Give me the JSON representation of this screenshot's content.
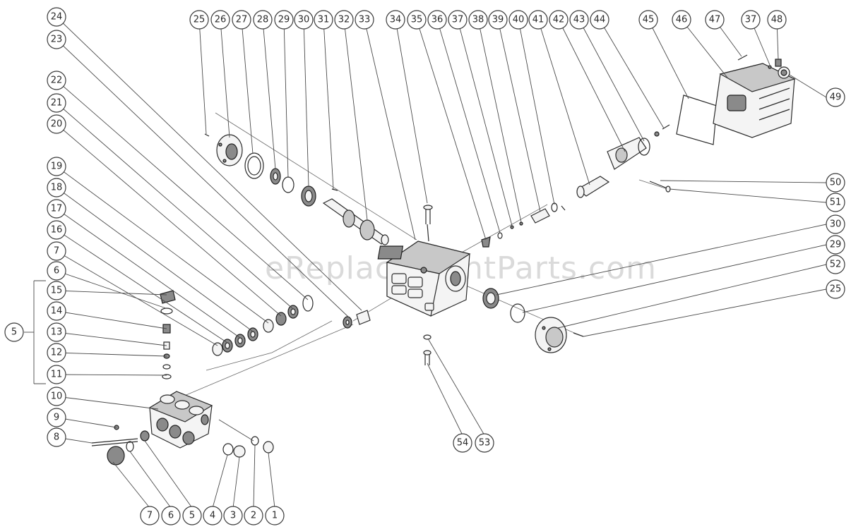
{
  "watermark": "eReplacementParts.com",
  "group_label": "5",
  "callouts": [
    {
      "id": "top-24",
      "label": "24"
    },
    {
      "id": "top-23",
      "label": "23"
    },
    {
      "id": "left-22",
      "label": "22"
    },
    {
      "id": "left-21",
      "label": "21"
    },
    {
      "id": "left-20",
      "label": "20"
    },
    {
      "id": "left-19",
      "label": "19"
    },
    {
      "id": "left-18",
      "label": "18"
    },
    {
      "id": "left-17",
      "label": "17"
    },
    {
      "id": "left-16",
      "label": "16"
    },
    {
      "id": "left-7",
      "label": "7"
    },
    {
      "id": "left-6",
      "label": "6"
    },
    {
      "id": "left-15",
      "label": "15"
    },
    {
      "id": "left-14",
      "label": "14"
    },
    {
      "id": "left-13",
      "label": "13"
    },
    {
      "id": "left-12",
      "label": "12"
    },
    {
      "id": "left-11",
      "label": "11"
    },
    {
      "id": "left-10",
      "label": "10"
    },
    {
      "id": "left-9",
      "label": "9"
    },
    {
      "id": "left-8",
      "label": "8"
    },
    {
      "id": "top-25",
      "label": "25"
    },
    {
      "id": "top-26",
      "label": "26"
    },
    {
      "id": "top-27",
      "label": "27"
    },
    {
      "id": "top-28",
      "label": "28"
    },
    {
      "id": "top-29",
      "label": "29"
    },
    {
      "id": "top-30",
      "label": "30"
    },
    {
      "id": "top-31",
      "label": "31"
    },
    {
      "id": "top-32",
      "label": "32"
    },
    {
      "id": "top-33",
      "label": "33"
    },
    {
      "id": "top-34",
      "label": "34"
    },
    {
      "id": "top-35",
      "label": "35"
    },
    {
      "id": "top-36",
      "label": "36"
    },
    {
      "id": "top-37",
      "label": "37"
    },
    {
      "id": "top-38",
      "label": "38"
    },
    {
      "id": "top-39",
      "label": "39"
    },
    {
      "id": "top-40",
      "label": "40"
    },
    {
      "id": "top-41",
      "label": "41"
    },
    {
      "id": "top-42",
      "label": "42"
    },
    {
      "id": "top-43",
      "label": "43"
    },
    {
      "id": "top-44",
      "label": "44"
    },
    {
      "id": "top-45",
      "label": "45"
    },
    {
      "id": "top-46",
      "label": "46"
    },
    {
      "id": "top-47",
      "label": "47"
    },
    {
      "id": "top-37b",
      "label": "37"
    },
    {
      "id": "top-48",
      "label": "48"
    },
    {
      "id": "right-49",
      "label": "49"
    },
    {
      "id": "right-50",
      "label": "50"
    },
    {
      "id": "right-51",
      "label": "51"
    },
    {
      "id": "right-30",
      "label": "30"
    },
    {
      "id": "right-29",
      "label": "29"
    },
    {
      "id": "right-52",
      "label": "52"
    },
    {
      "id": "right-25",
      "label": "25"
    },
    {
      "id": "bottom-54",
      "label": "54"
    },
    {
      "id": "bottom-53",
      "label": "53"
    },
    {
      "id": "bottom-7",
      "label": "7"
    },
    {
      "id": "bottom-6",
      "label": "6"
    },
    {
      "id": "bottom-5",
      "label": "5"
    },
    {
      "id": "bottom-4",
      "label": "4"
    },
    {
      "id": "bottom-3",
      "label": "3"
    },
    {
      "id": "bottom-2",
      "label": "2"
    },
    {
      "id": "bottom-1",
      "label": "1"
    }
  ]
}
